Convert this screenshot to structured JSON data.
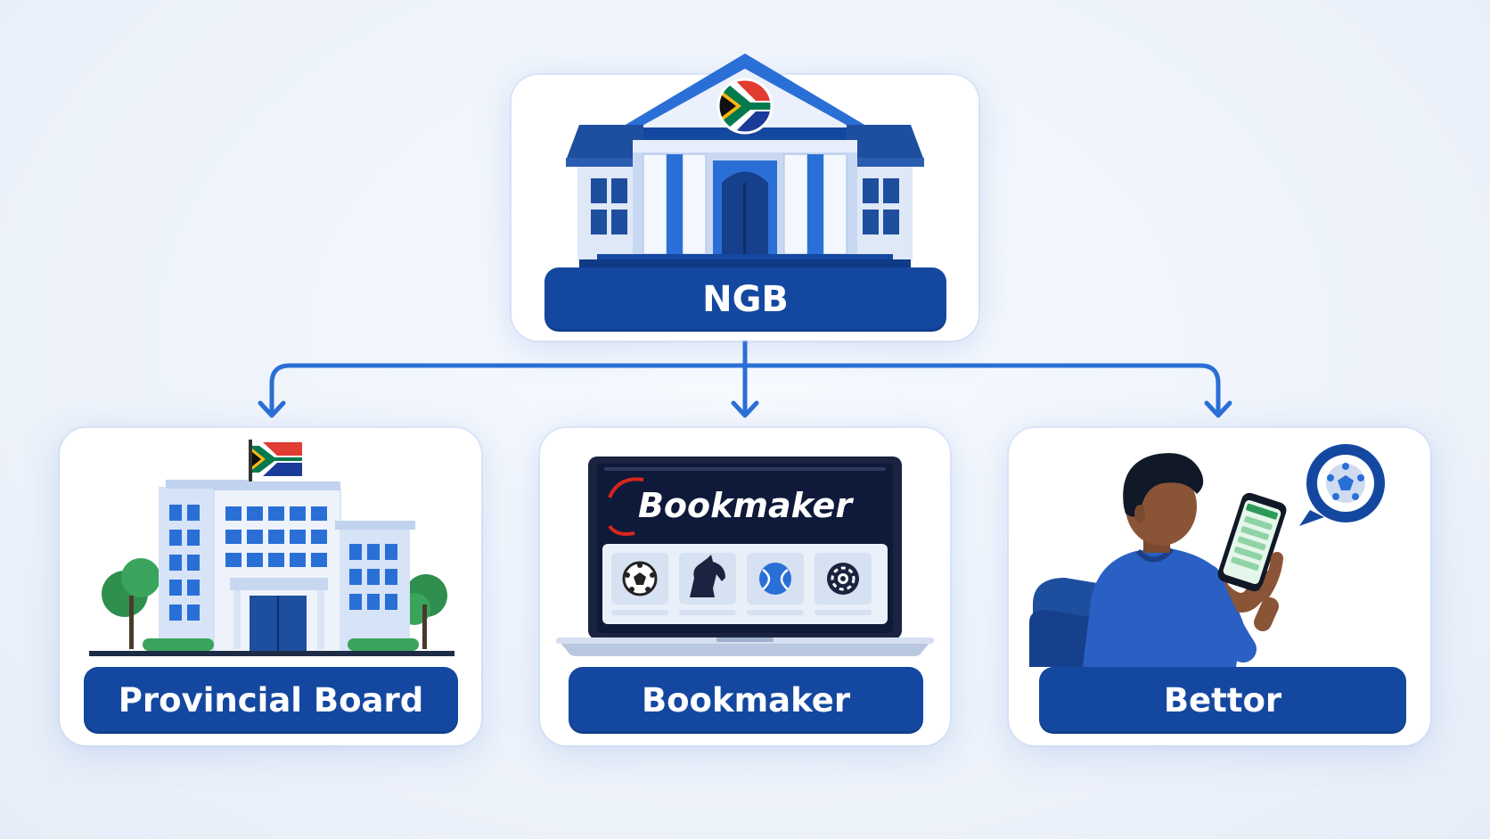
{
  "colors": {
    "primary": "#1448a0",
    "accent": "#2a6fd6",
    "connector": "#2a6fd6",
    "card_bg": "#ffffff",
    "page_bg": "#eef3fb"
  },
  "nodes": {
    "root": {
      "label": "NGB",
      "icon": "government-building-icon"
    },
    "children": [
      {
        "label": "Provincial Board",
        "icon": "office-building-flag-icon"
      },
      {
        "label": "Bookmaker",
        "icon": "laptop-bookmaker-icon",
        "screen_text": "Bookmaker"
      },
      {
        "label": "Bettor",
        "icon": "person-phone-icon"
      }
    ]
  },
  "edges": [
    {
      "from": "NGB",
      "to": "Provincial Board"
    },
    {
      "from": "NGB",
      "to": "Bookmaker"
    },
    {
      "from": "NGB",
      "to": "Bettor"
    }
  ]
}
